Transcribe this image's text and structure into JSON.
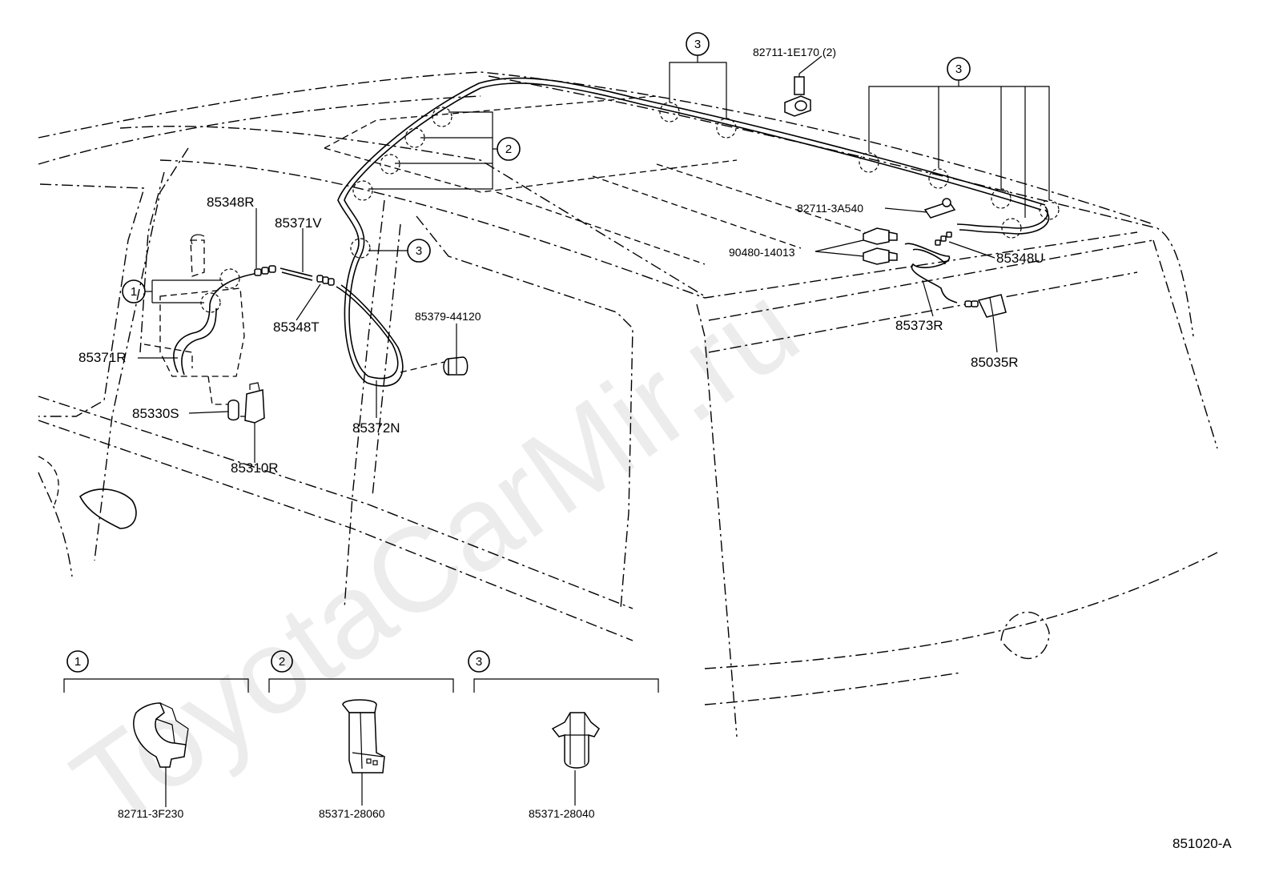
{
  "figure_code": "851020-A",
  "watermark": "ToyotaCarMir.ru",
  "callouts": {
    "c1": "1",
    "c2": "2",
    "c3": "3"
  },
  "parts": {
    "p_82711_1E170": "82711-1E170 (2)",
    "p_82711_3A540": "82711-3A540",
    "p_90480_14013": "90480-14013",
    "p_85348U": "85348U",
    "p_85373R": "85373R",
    "p_85035R": "85035R",
    "p_85348R": "85348R",
    "p_85371V": "85371V",
    "p_85348T": "85348T",
    "p_85371R": "85371R",
    "p_85330S": "85330S",
    "p_85310R": "85310R",
    "p_85379_44120": "85379-44120",
    "p_85372N": "85372N",
    "p_82711_3F230": "82711-3F230",
    "p_85371_28060": "85371-28060",
    "p_85371_28040": "85371-28040"
  }
}
